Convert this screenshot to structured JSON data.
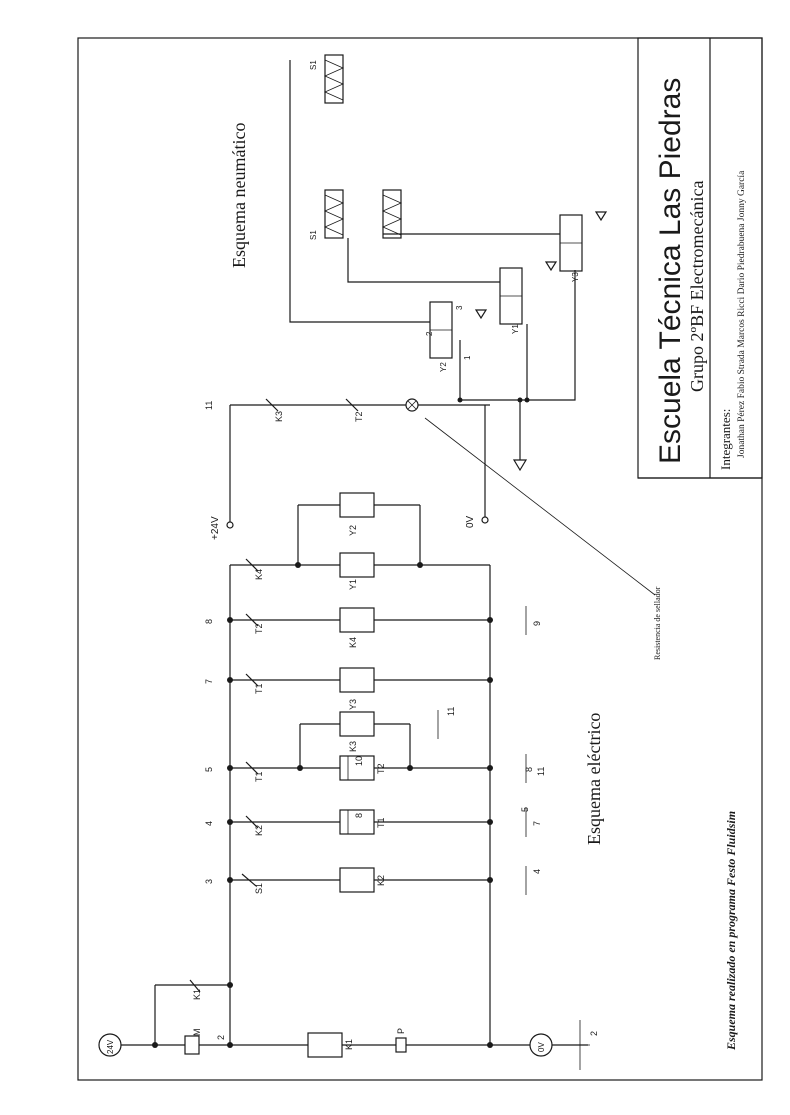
{
  "title_block": {
    "school": "Escuela Técnica Las Piedras",
    "group": "Grupo 2ºBF Electromecánica",
    "members_label": "Integrantes:",
    "members": "Jonathan Pérez  Fabio Strada  Marcos Ricci  Dario Piedrabuena  Jonny García"
  },
  "sections": {
    "pneumatic": "Esquema neumático",
    "electric": "Esquema eléctrico"
  },
  "footer": "Esquema realizado en programa Festo Fluidsim",
  "annotation": "Resistencia de sellador",
  "supply": {
    "plus": "+24V",
    "zero": "0V",
    "badge_plus": "24V",
    "badge_zero": "0V"
  },
  "rung_numbers": [
    "2",
    "3",
    "4",
    "5",
    "7",
    "8",
    "11"
  ],
  "contact_labels": [
    "M",
    "K1",
    "S1",
    "K2",
    "T1",
    "T1",
    "T2",
    "K4",
    "K3",
    "T2"
  ],
  "coil_labels": [
    "K1",
    "K2",
    "T1",
    "T2",
    "K3",
    "Y3",
    "K4",
    "Y1",
    "Y2"
  ],
  "coil_numbers": [
    "8",
    "10"
  ],
  "contact_refs": [
    "2",
    "4",
    "7",
    "5",
    "8",
    "11",
    "11",
    "9",
    "P"
  ],
  "pneumatic_labels": [
    "S1",
    "S1",
    "Y1",
    "Y2",
    "Y3",
    "1",
    "2",
    "3"
  ]
}
